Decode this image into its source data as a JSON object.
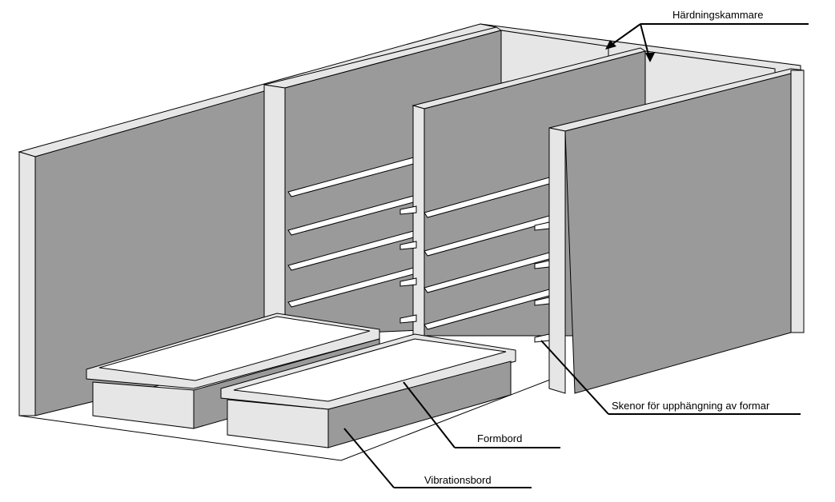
{
  "labels": {
    "curing_chamber": "Härdningskammare",
    "rails": "Skenor för upphängning av formar",
    "form_table": "Formbord",
    "vibration_table": "Vibrationsbord"
  },
  "colors": {
    "wall": "#9a9a9a",
    "light": "#e6e6e6",
    "edge": "#000000",
    "background": "#ffffff"
  }
}
